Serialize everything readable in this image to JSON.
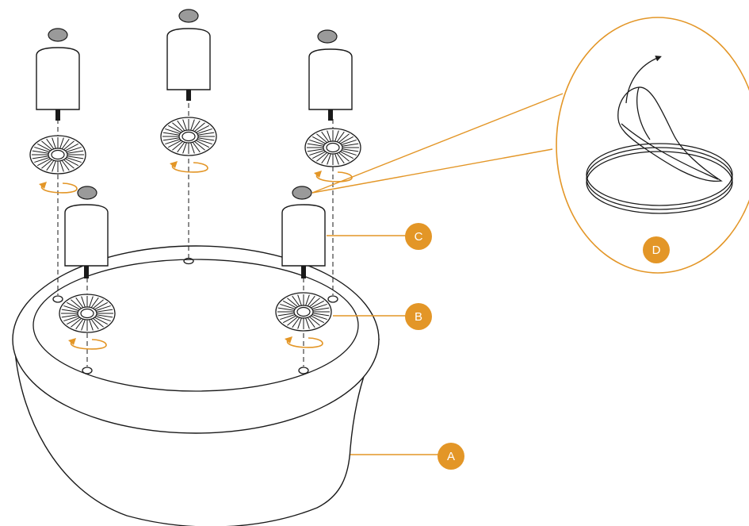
{
  "figure": {
    "callouts": [
      {
        "id": "A",
        "label": "A"
      },
      {
        "id": "B",
        "label": "B"
      },
      {
        "id": "C",
        "label": "C"
      },
      {
        "id": "D",
        "label": "D"
      }
    ],
    "feet_count": 5,
    "colors": {
      "accent": "#e39627",
      "line": "#1a1a1a",
      "pad": "#9a9a9a",
      "background": "#ffffff"
    },
    "icons": [
      "rotation-arrow-icon",
      "peel-arrow-icon"
    ]
  }
}
